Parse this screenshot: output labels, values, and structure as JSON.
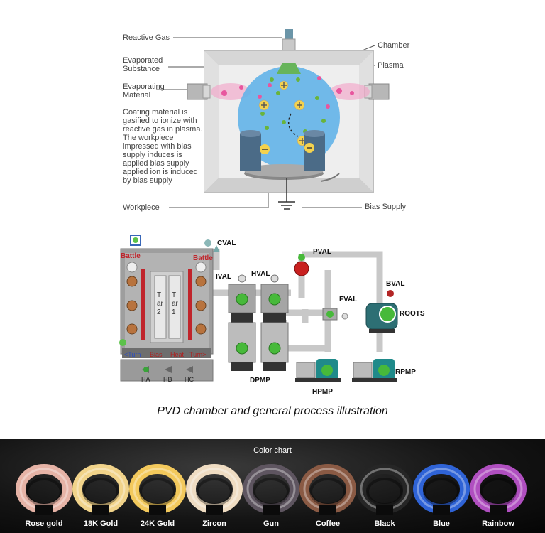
{
  "top_diagram": {
    "labels": {
      "reactive_gas": "Reactive Gas",
      "evaporated_substance": "Evaporated\nSubstance",
      "evaporating_material": "Evaporating\nMaterial",
      "description": "Coating material is gasified to ionize with reactive gas in plasma. The workpiece impressed with bias supply induces  is applied bias supply applied ion is induced by bias supply",
      "workpiece": "Workpiece",
      "chamber": "Chamber",
      "plasma": "Plasma",
      "bias_supply": "Bias Supply"
    }
  },
  "process_diagram": {
    "labels": {
      "battle_left": "Battle",
      "battle_right": "Battle",
      "cval": "CVAL",
      "ival": "IVAL",
      "hval": "HVAL",
      "pval": "PVAL",
      "fval": "FVAL",
      "bval": "BVAL",
      "roots": "ROOTS",
      "dpmp": "DPMP",
      "hpmp": "HPMP",
      "rpmp": "RPMP",
      "tar2": "Tar2",
      "tar1": "Tar1",
      "turn_left": "<Turn",
      "bias": "Bias",
      "heat": "Heat",
      "turn_right": "Turn>",
      "ha": "HA",
      "hb": "HB",
      "hc": "HC"
    }
  },
  "caption": "PVD chamber and general process illustration",
  "color_chart": {
    "title": "Color chart",
    "items": [
      {
        "name": "Rose gold",
        "color": "#e6b3a6"
      },
      {
        "name": "18K Gold",
        "color": "#f1d38a"
      },
      {
        "name": "24K Gold",
        "color": "#f3c95c"
      },
      {
        "name": "Zircon",
        "color": "#efdcc2"
      },
      {
        "name": "Gun",
        "color": "#5e5560"
      },
      {
        "name": "Coffee",
        "color": "#8a5a44"
      },
      {
        "name": "Black",
        "color": "#262626"
      },
      {
        "name": "Blue",
        "color": "#2f63d6"
      },
      {
        "name": "Rainbow",
        "color": "#b04fc0"
      }
    ]
  }
}
